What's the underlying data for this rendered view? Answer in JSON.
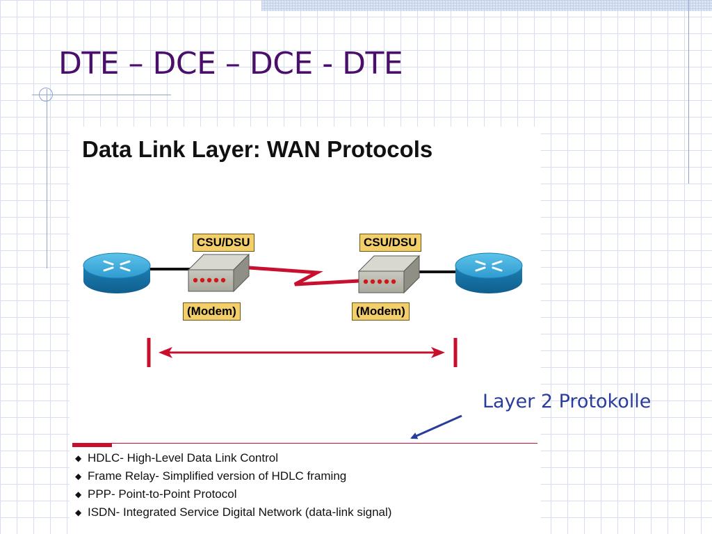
{
  "slide": {
    "title": "DTE – DCE – DCE - DTE"
  },
  "figure": {
    "heading": "Data Link Layer: WAN Protocols",
    "left_device": {
      "label_top": "CSU/DSU",
      "label_bottom": "(Modem)",
      "icon": "csu-dsu-modem-icon"
    },
    "right_device": {
      "label_top": "CSU/DSU",
      "label_bottom": "(Modem)",
      "icon": "csu-dsu-modem-icon"
    },
    "routers": [
      "router-icon",
      "router-icon"
    ],
    "span_arrow_icon": "double-headed-arrow-icon"
  },
  "annotation": {
    "text": "Layer 2 Protokolle",
    "pointer_icon": "arrow-icon"
  },
  "protocols": [
    {
      "bullet": "◆",
      "text": "HDLC- High-Level Data Link Control"
    },
    {
      "bullet": "◆",
      "text": "Frame Relay- Simplified version of HDLC framing"
    },
    {
      "bullet": "◆",
      "text": "PPP- Point-to-Point Protocol"
    },
    {
      "bullet": "◆",
      "text": "ISDN- Integrated Service Digital Network (data-link signal)"
    }
  ],
  "colors": {
    "title": "#4a0f6a",
    "accent_red": "#c8102e",
    "annotation_blue": "#2a3c9c",
    "label_fill": "#f3cf6b",
    "router_blue": "#2f9bd0"
  }
}
